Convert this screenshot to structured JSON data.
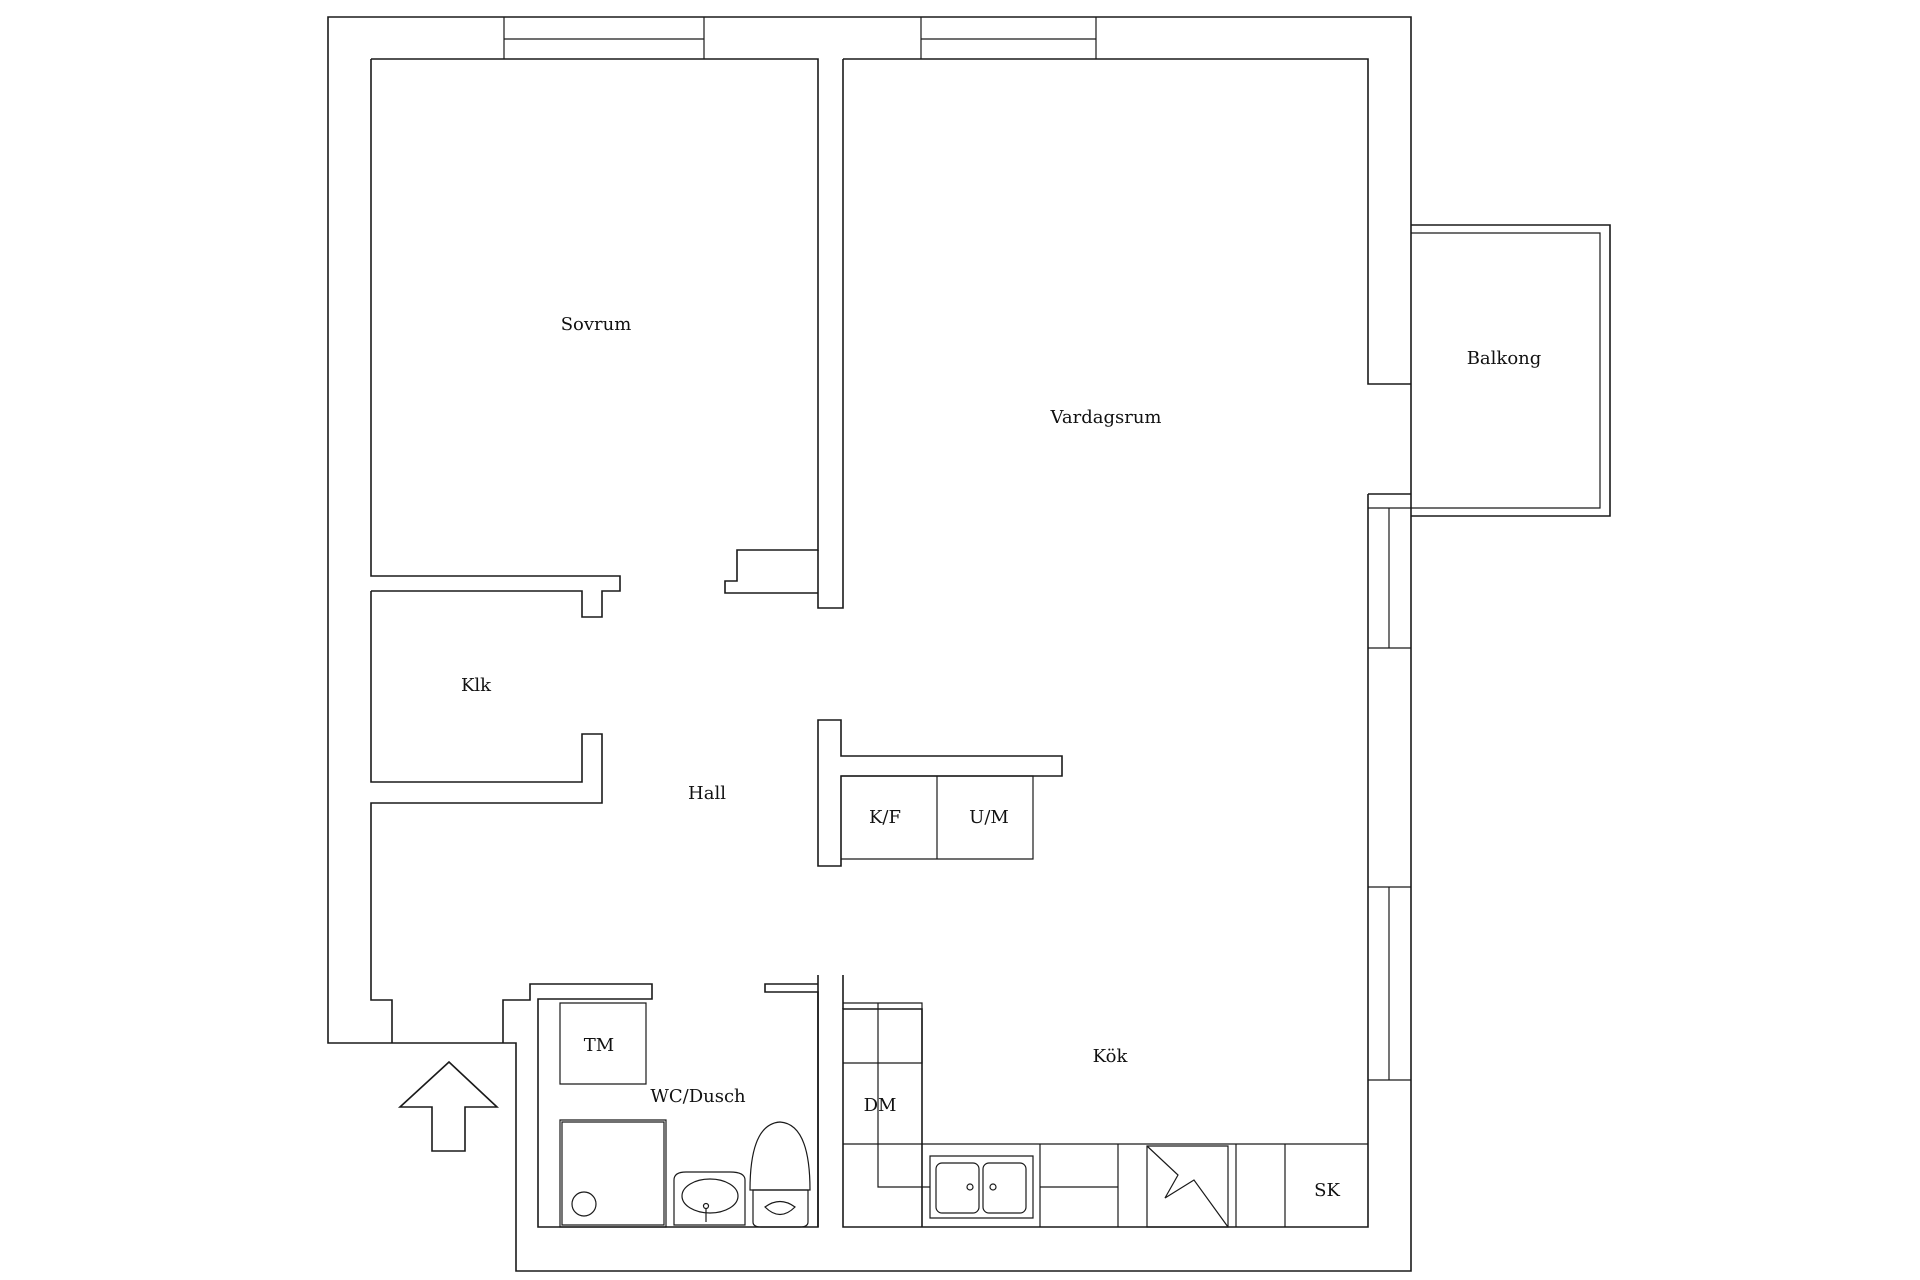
{
  "labels": {
    "sovrum": "Sovrum",
    "vardagsrum": "Vardagsrum",
    "balkong": "Balkong",
    "klk": "Klk",
    "hall": "Hall",
    "kf": "K/F",
    "um": "U/M",
    "tm": "TM",
    "wc": "WC/Dusch",
    "kok": "Kök",
    "dm": "DM",
    "sk": "SK"
  },
  "colors": {
    "line": "#1a1a1a",
    "background": "#ffffff"
  },
  "icons": [
    "entrance-arrow-icon",
    "sink-icon",
    "toilet-icon",
    "washbasin-icon",
    "stove-icon",
    "shower-icon"
  ]
}
